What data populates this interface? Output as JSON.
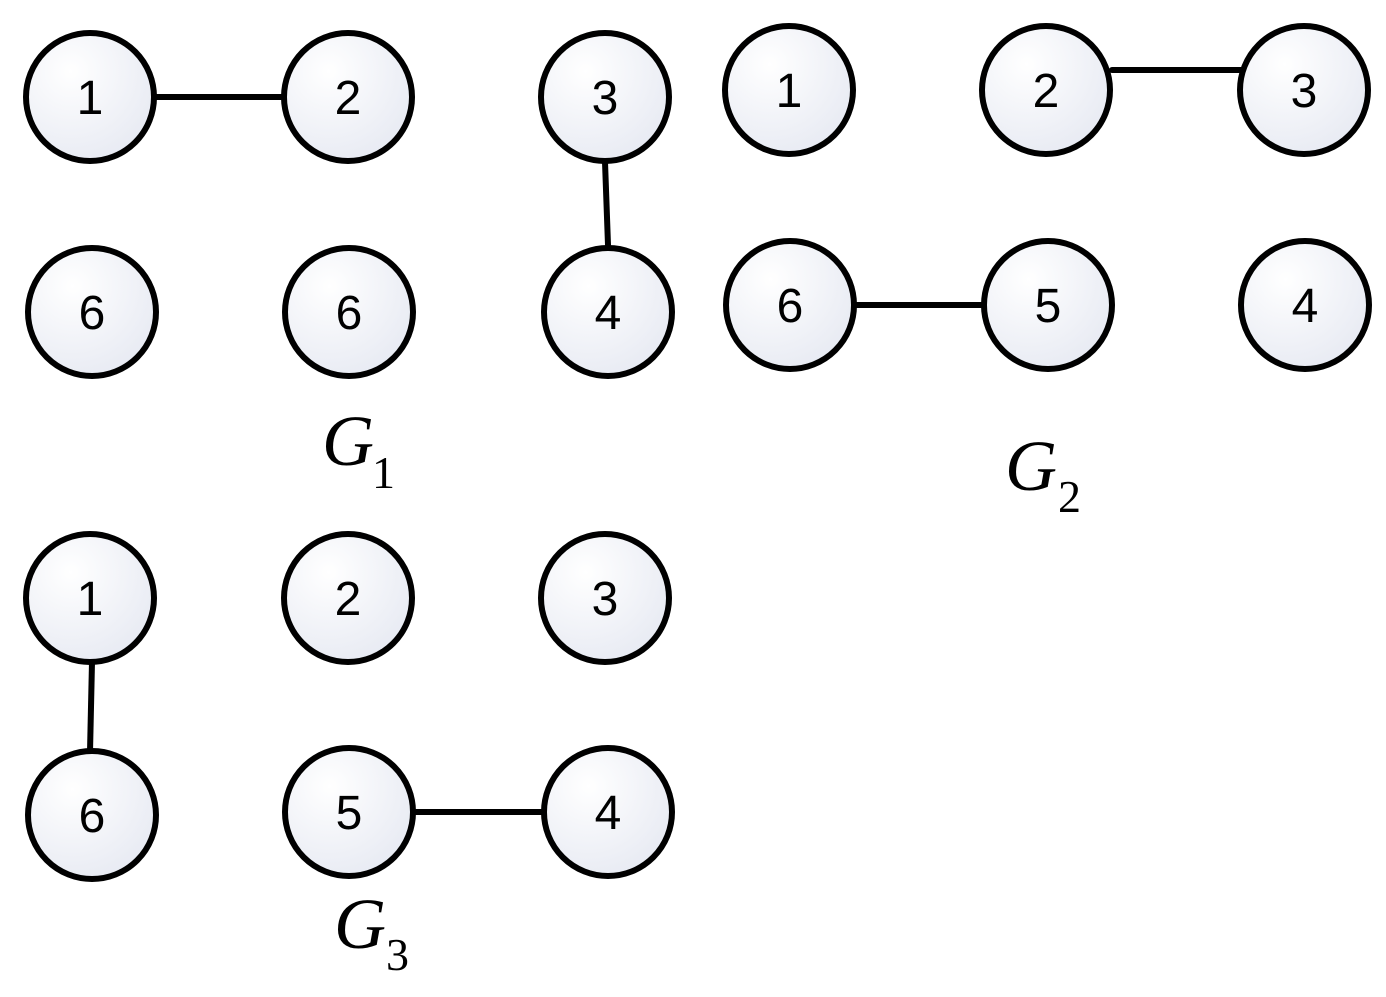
{
  "graphs": [
    {
      "id": "g1",
      "caption": {
        "letter": "G",
        "subscript": "1"
      },
      "nodes": [
        "1",
        "2",
        "3",
        "6",
        "6",
        "4"
      ],
      "edges": [
        [
          "1",
          "2"
        ],
        [
          "3",
          "4"
        ]
      ]
    },
    {
      "id": "g2",
      "caption": {
        "letter": "G",
        "subscript": "2"
      },
      "nodes": [
        "1",
        "2",
        "3",
        "6",
        "5",
        "4"
      ],
      "edges": [
        [
          "2",
          "3"
        ],
        [
          "6",
          "5"
        ]
      ]
    },
    {
      "id": "g3",
      "caption": {
        "letter": "G",
        "subscript": "3"
      },
      "nodes": [
        "1",
        "2",
        "3",
        "6",
        "5",
        "4"
      ],
      "edges": [
        [
          "1",
          "6"
        ],
        [
          "5",
          "4"
        ]
      ]
    }
  ]
}
